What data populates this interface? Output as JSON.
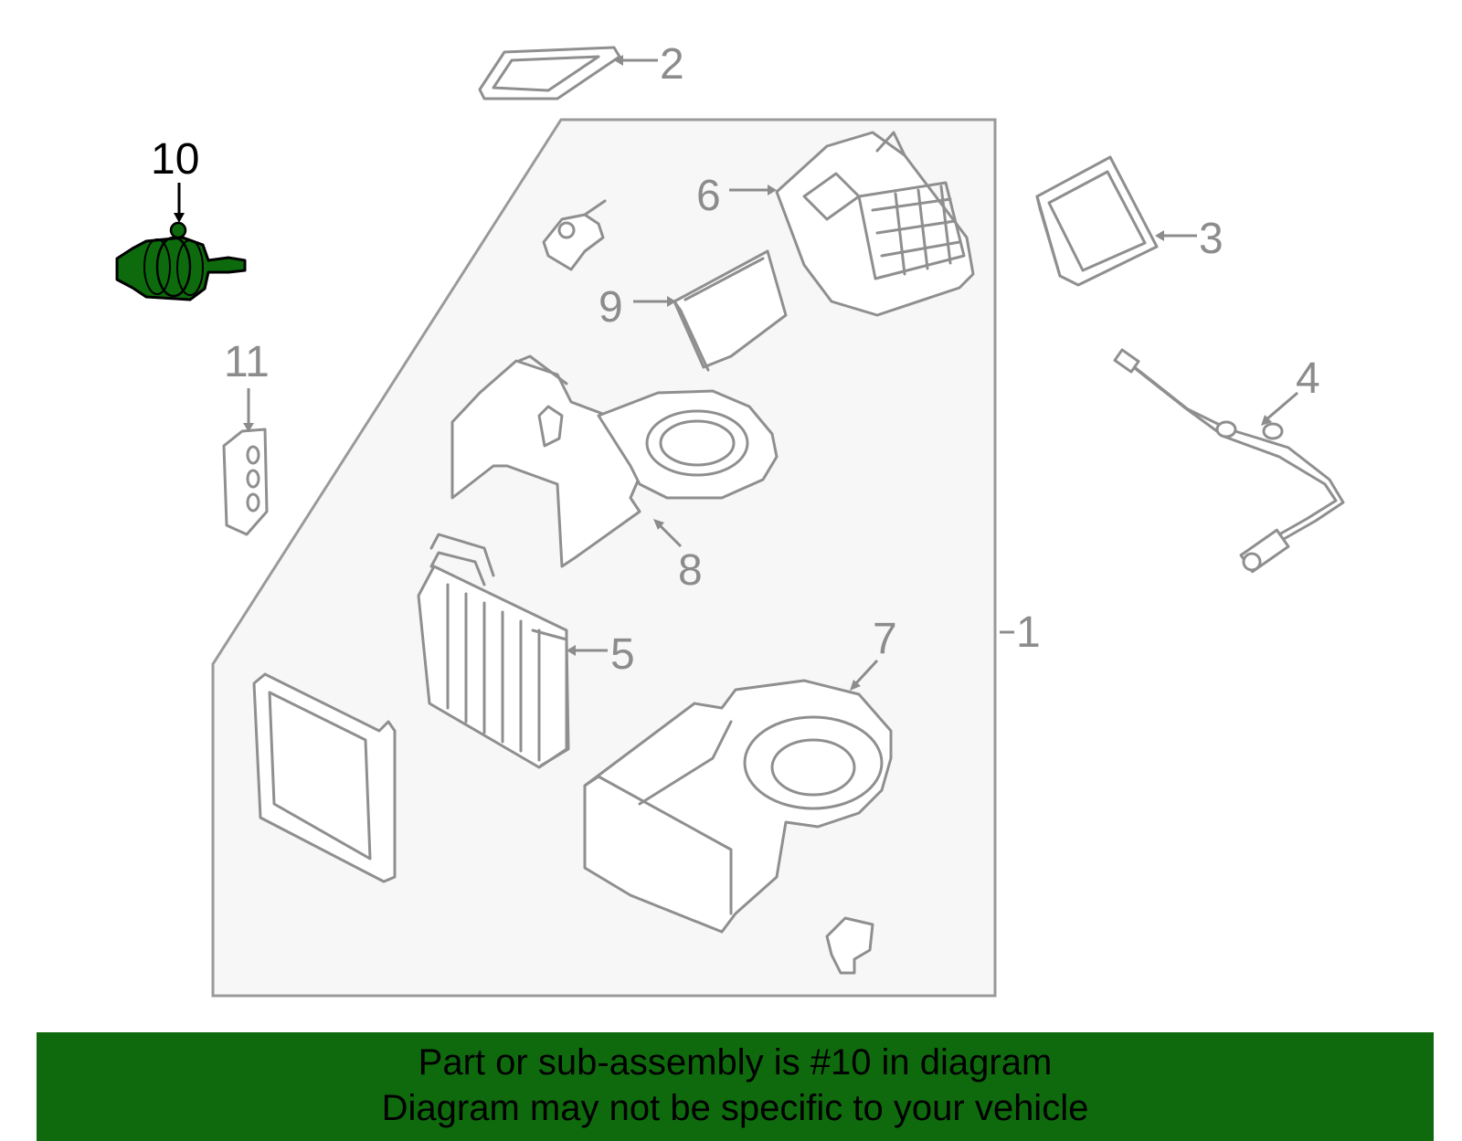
{
  "callouts": {
    "c1": "1",
    "c2": "2",
    "c3": "3",
    "c4": "4",
    "c5": "5",
    "c6": "6",
    "c7": "7",
    "c8": "8",
    "c9": "9",
    "c10": "10",
    "c11": "11"
  },
  "highlight": {
    "part": "10",
    "color": "#0d6b0d"
  },
  "banner": {
    "line1": "Part or sub-assembly is #10 in diagram",
    "line2": "Diagram may not be specific to your vehicle",
    "background": "#0f6a0d"
  }
}
